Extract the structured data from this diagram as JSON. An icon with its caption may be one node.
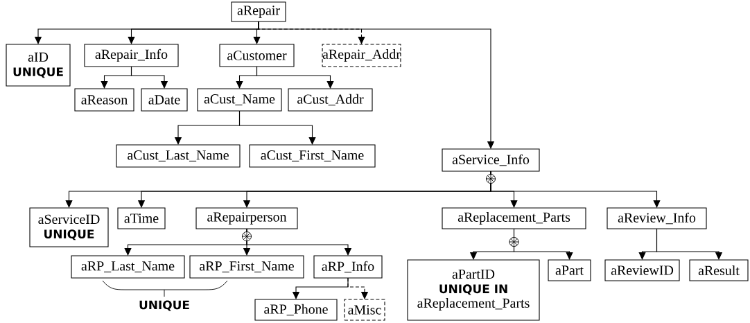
{
  "diagram": {
    "nodes": [
      {
        "text": [
          "aRepair"
        ]
      },
      {
        "text": [
          "aID",
          "UNIQUE"
        ]
      },
      {
        "text": [
          "aRepair_Info"
        ]
      },
      {
        "text": [
          "aCustomer"
        ]
      },
      {
        "text": [
          "aRepair_Addr"
        ]
      },
      {
        "text": [
          "aReason"
        ]
      },
      {
        "text": [
          "aDate"
        ]
      },
      {
        "text": [
          "aCust_Name"
        ]
      },
      {
        "text": [
          "aCust_Addr"
        ]
      },
      {
        "text": [
          "aCust_Last_Name"
        ]
      },
      {
        "text": [
          "aCust_First_Name"
        ]
      },
      {
        "text": [
          "aService_Info"
        ]
      },
      {
        "text": [
          "aServiceID",
          "UNIQUE"
        ]
      },
      {
        "text": [
          "aTime"
        ]
      },
      {
        "text": [
          "aRepairperson"
        ]
      },
      {
        "text": [
          "aReplacement_Parts"
        ]
      },
      {
        "text": [
          "aReview_Info"
        ]
      },
      {
        "text": [
          "aRP_Last_Name"
        ]
      },
      {
        "text": [
          "aRP_First_Name"
        ]
      },
      {
        "text": [
          "aRP_Info"
        ]
      },
      {
        "text": [
          "aRP_Phone"
        ]
      },
      {
        "text": [
          "aMisc"
        ]
      },
      {
        "text": [
          "aPartID",
          "UNIQUE IN",
          "aReplacement_Parts"
        ]
      },
      {
        "text": [
          "aPart"
        ]
      },
      {
        "text": [
          "aReviewID"
        ]
      },
      {
        "text": [
          "aResult"
        ]
      }
    ],
    "edges": [
      {
        "from": 0,
        "to": 1,
        "arrow": "to"
      },
      {
        "from": 0,
        "to": 2,
        "arrow": "to"
      },
      {
        "from": 0,
        "to": 3,
        "arrow": "to"
      },
      {
        "from": 0,
        "to": 4,
        "arrow": "to",
        "style": "dashed"
      },
      {
        "from": 0,
        "to": 11,
        "arrow": "to"
      },
      {
        "from": 2,
        "to": 5,
        "arrow": "to"
      },
      {
        "from": 2,
        "to": 6,
        "arrow": "to"
      },
      {
        "from": 3,
        "to": 7,
        "arrow": "to"
      },
      {
        "from": 3,
        "to": 8,
        "arrow": "to"
      },
      {
        "from": 7,
        "to": 9,
        "arrow": "to"
      },
      {
        "from": 7,
        "to": 10,
        "arrow": "to"
      },
      {
        "from": 11,
        "to": 12,
        "arrow": "to"
      },
      {
        "from": 11,
        "to": 13,
        "arrow": "to"
      },
      {
        "from": 11,
        "to": 14,
        "arrow": "to"
      },
      {
        "from": 11,
        "to": 15,
        "arrow": "to"
      },
      {
        "from": 11,
        "to": 16,
        "arrow": "to"
      },
      {
        "from": 14,
        "to": 17,
        "arrow": "to"
      },
      {
        "from": 14,
        "to": 18,
        "arrow": "to"
      },
      {
        "from": 14,
        "to": 19,
        "arrow": "to"
      },
      {
        "from": 19,
        "to": 20,
        "arrow": "to"
      },
      {
        "from": 19,
        "to": 21,
        "arrow": "to",
        "style": "dashed"
      },
      {
        "from": 15,
        "to": 22,
        "arrow": "to"
      },
      {
        "from": 15,
        "to": 23,
        "arrow": "to"
      },
      {
        "from": 16,
        "to": 24,
        "arrow": "to"
      },
      {
        "from": 16,
        "to": 25,
        "arrow": "to"
      }
    ],
    "labels": [
      "UNIQUE"
    ]
  }
}
